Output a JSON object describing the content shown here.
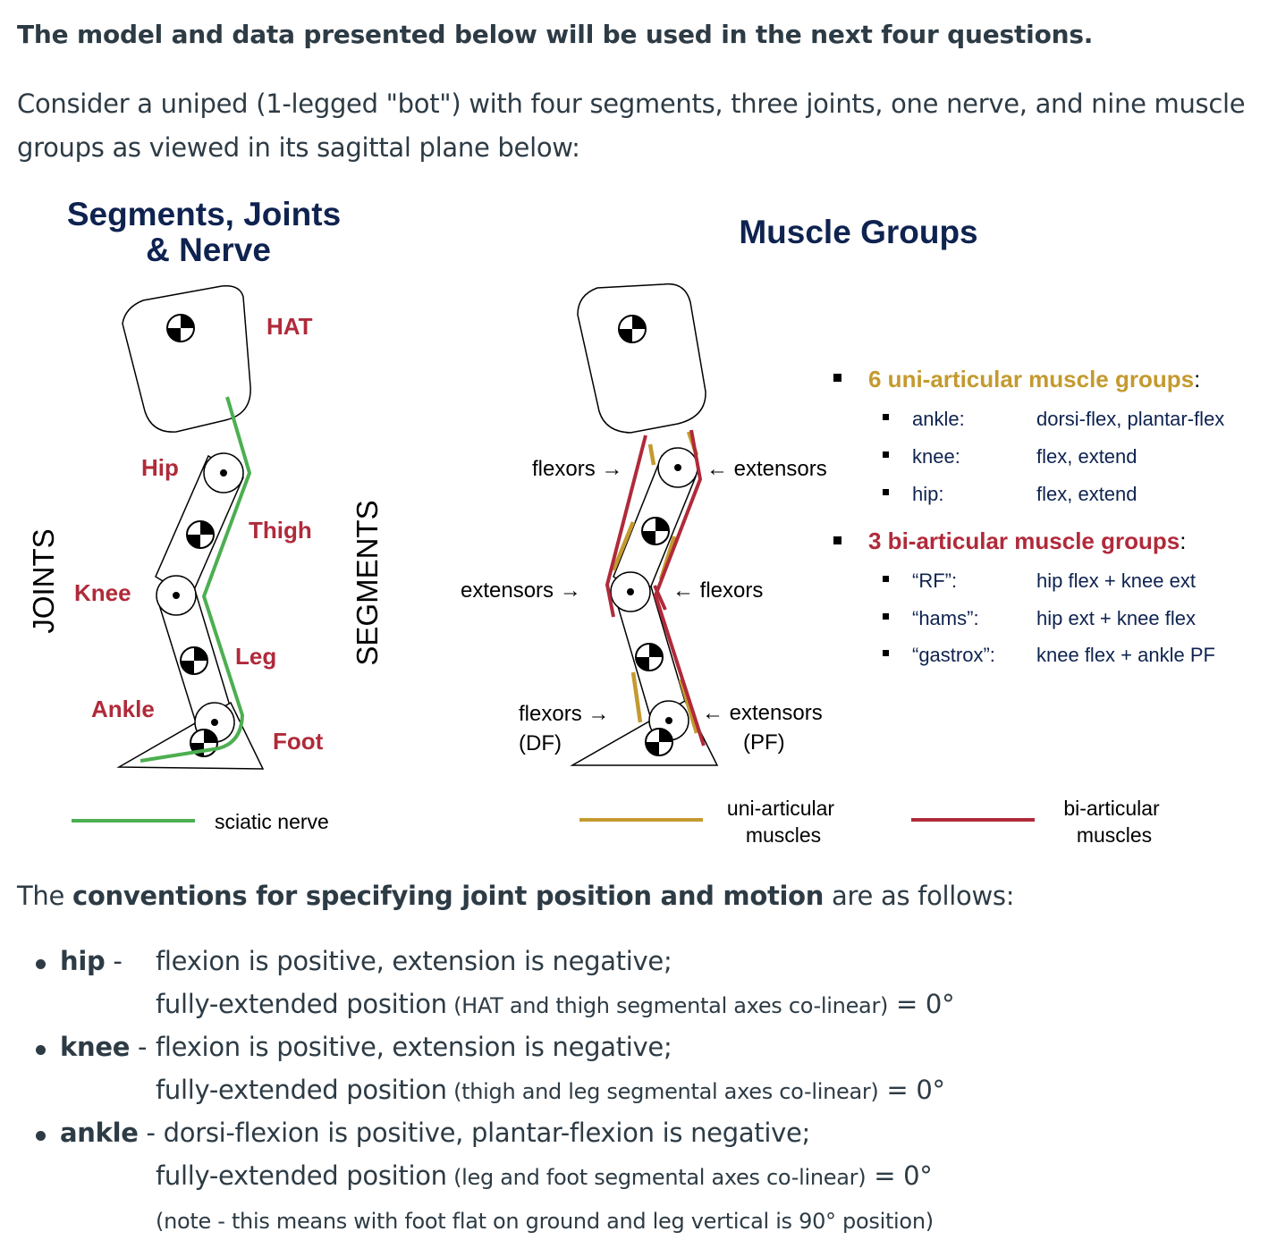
{
  "intro": {
    "heading": "The model and data presented below will be used in the next four questions.",
    "paragraph": "Consider a uniped (1-legged \"bot\") with four segments, three joints, one nerve, and nine muscle groups as viewed in its sagittal plane below:"
  },
  "figure_left": {
    "title_line1": "Segments, Joints",
    "title_line2": "& Nerve",
    "vertical_joints": "JOINTS",
    "vertical_segments": "SEGMENTS",
    "joint_labels": {
      "hip": "Hip",
      "knee": "Knee",
      "ankle": "Ankle"
    },
    "segment_labels": {
      "hat": "HAT",
      "thigh": "Thigh",
      "leg": "Leg",
      "foot": "Foot"
    },
    "legend_nerve": "sciatic nerve"
  },
  "figure_right": {
    "title": "Muscle Groups",
    "labels": {
      "hip_flexors": "flexors →",
      "hip_extensors": "← extensors",
      "knee_extensors": "extensors →",
      "knee_flexors": "← flexors",
      "ankle_flexors_1": "flexors →",
      "ankle_flexors_2": "(DF)",
      "ankle_extensors_1": "← extensors",
      "ankle_extensors_2": "(PF)"
    },
    "legend_uni_1": "uni-articular",
    "legend_uni_2": "muscles",
    "legend_bi_1": "bi-articular",
    "legend_bi_2": "muscles",
    "uni_heading": "6 uni-articular muscle groups",
    "uni_items": [
      {
        "name": "ankle:",
        "desc": "dorsi-flex, plantar-flex"
      },
      {
        "name": "knee:",
        "desc": "flex, extend"
      },
      {
        "name": "hip:",
        "desc": "flex, extend"
      }
    ],
    "bi_heading": "3 bi-articular muscle groups",
    "bi_items": [
      {
        "name": "“RF”:",
        "desc": "hip flex + knee ext"
      },
      {
        "name": "“hams”:",
        "desc": "hip ext + knee flex"
      },
      {
        "name": "“gastrox”:",
        "desc": "knee flex + ankle PF"
      }
    ],
    "colon": ":"
  },
  "colors": {
    "navy": "#0f2350",
    "red": "#b02a3a",
    "gold": "#c49a2f",
    "green": "#4caf50",
    "text": "#2d3b45"
  },
  "conventions": {
    "intro_prefix": "The ",
    "intro_bold": "conventions for specifying joint position and motion",
    "intro_suffix": " are as follows:",
    "hip_label": "hip",
    "hip_dash": " -",
    "hip_line1": "flexion is positive, extension is negative;",
    "hip_line2_main": "fully-extended position",
    "hip_line2_small": " (HAT and thigh segmental axes co-linear)",
    "hip_line2_end": " = 0°",
    "knee_label": "knee",
    "knee_dash": " -",
    "knee_line1": "flexion is positive, extension is negative;",
    "knee_line2_main": "fully-extended position",
    "knee_line2_small": " (thigh and leg segmental axes co-linear)",
    "knee_line2_end": " = 0°",
    "ankle_label": "ankle",
    "ankle_dash": " - ",
    "ankle_line1": "dorsi-flexion is positive, plantar-flexion is negative;",
    "ankle_line2_main": "fully-extended position",
    "ankle_line2_small": " (leg and foot segmental axes co-linear)",
    "ankle_line2_end": " = 0°",
    "ankle_note": "(note - this means with foot flat on ground and leg vertical is 90° position)"
  }
}
